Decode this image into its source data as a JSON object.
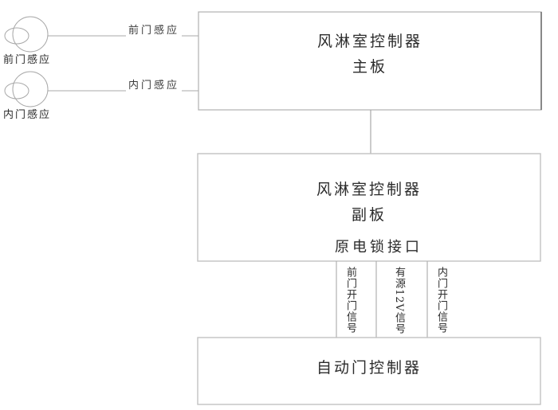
{
  "diagram": {
    "title_implicit": "",
    "background_color": "#ffffff",
    "line_color": "#a8a8a8",
    "box_border_color": "#b4b4b4",
    "text_color": "#2b2b2b",
    "sensors": [
      {
        "id": "front-door-sensor",
        "caption": "前门感应",
        "wire_label": "前门感应",
        "icon": "motion-sensor-icon"
      },
      {
        "id": "inner-door-sensor",
        "caption": "内门感应",
        "wire_label": "内门感应",
        "icon": "motion-sensor-icon"
      }
    ],
    "boxes": [
      {
        "id": "main-board",
        "line1": "风淋室控制器",
        "line2": "主板"
      },
      {
        "id": "sub-board",
        "line1": "风淋室控制器",
        "line2": "副板",
        "interface_label": "原电锁接口"
      },
      {
        "id": "auto-door-controller",
        "line1": "自动门控制器"
      }
    ],
    "signal_wires": [
      {
        "id": "front-door-open-signal",
        "label": "前门开门信号"
      },
      {
        "id": "powered-12v-signal",
        "label_part1": "有源",
        "label_rot": "12V",
        "label_part2": "信号"
      },
      {
        "id": "inner-door-open-signal",
        "label": "内门开门信号"
      }
    ]
  }
}
